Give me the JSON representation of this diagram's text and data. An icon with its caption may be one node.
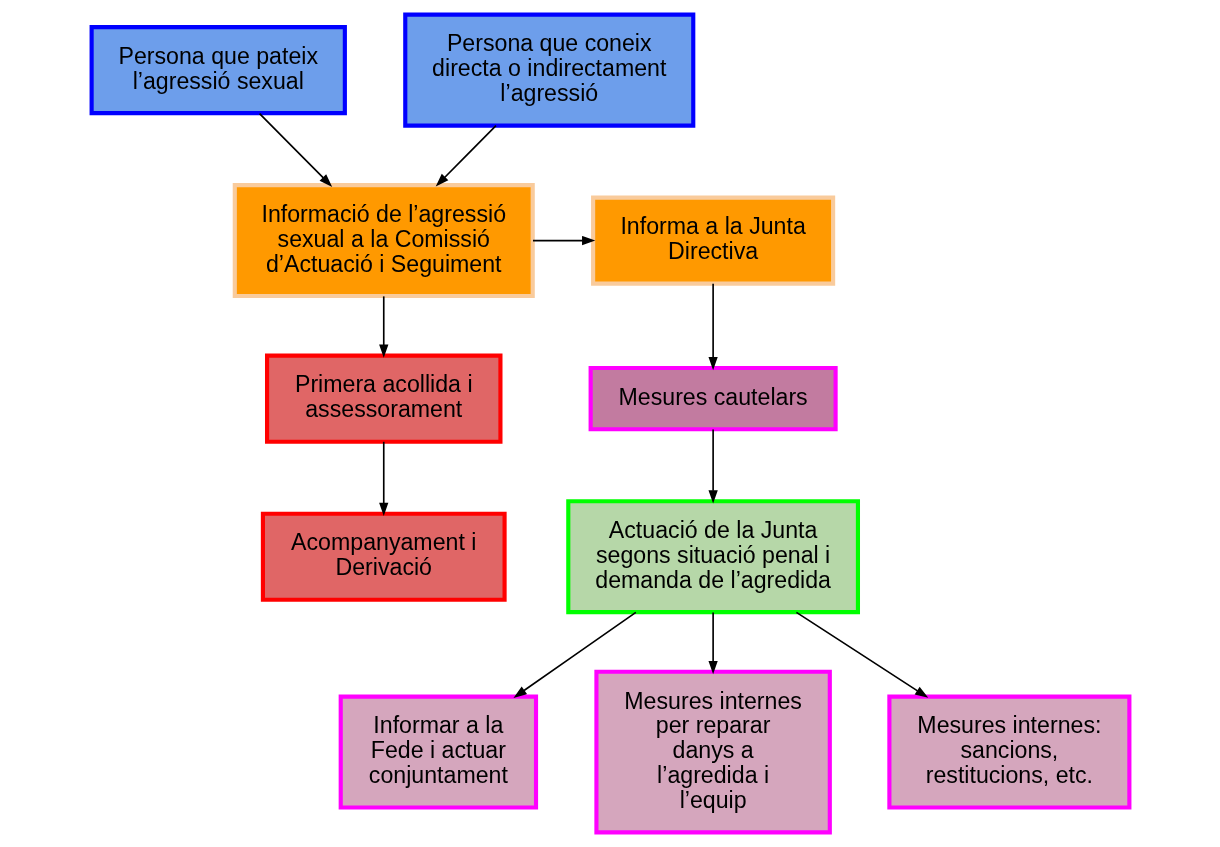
{
  "diagram": {
    "nodes": [
      {
        "text": [
          "Persona que pateix l’agressió sexual"
        ]
      },
      {
        "text": [
          "Persona que coneix directa o indirectament l’agressió"
        ]
      },
      {
        "text": [
          "Informació de l’agressió sexual a la Comissió d’Actuació i Seguiment"
        ]
      },
      {
        "text": [
          "Informa a la Junta Directiva"
        ]
      },
      {
        "text": [
          "Primera acollida i assessorament"
        ]
      },
      {
        "text": [
          "Mesures cautelars"
        ]
      },
      {
        "text": [
          "Acompanyament i Derivació"
        ]
      },
      {
        "text": [
          "Actuació de la Junta segons situació penal i demanda de l’agredida"
        ]
      },
      {
        "text": [
          "Informar a la Fede i actuar conjuntament"
        ]
      },
      {
        "text": [
          "Mesures internes per reparar danys a l’agredida i l’equip"
        ]
      },
      {
        "text": [
          "Mesures internes: sancions, restitucions, etc."
        ]
      }
    ],
    "edges": [
      {
        "from": 0,
        "to": 2,
        "arrow": "to"
      },
      {
        "from": 1,
        "to": 2,
        "arrow": "to"
      },
      {
        "from": 2,
        "to": 3,
        "arrow": "to"
      },
      {
        "from": 2,
        "to": 4,
        "arrow": "to"
      },
      {
        "from": 4,
        "to": 6,
        "arrow": "to"
      },
      {
        "from": 3,
        "to": 5,
        "arrow": "to"
      },
      {
        "from": 5,
        "to": 7,
        "arrow": "to"
      },
      {
        "from": 7,
        "to": 8,
        "arrow": "to"
      },
      {
        "from": 7,
        "to": 9,
        "arrow": "to"
      },
      {
        "from": 7,
        "to": 10,
        "arrow": "to"
      }
    ]
  }
}
